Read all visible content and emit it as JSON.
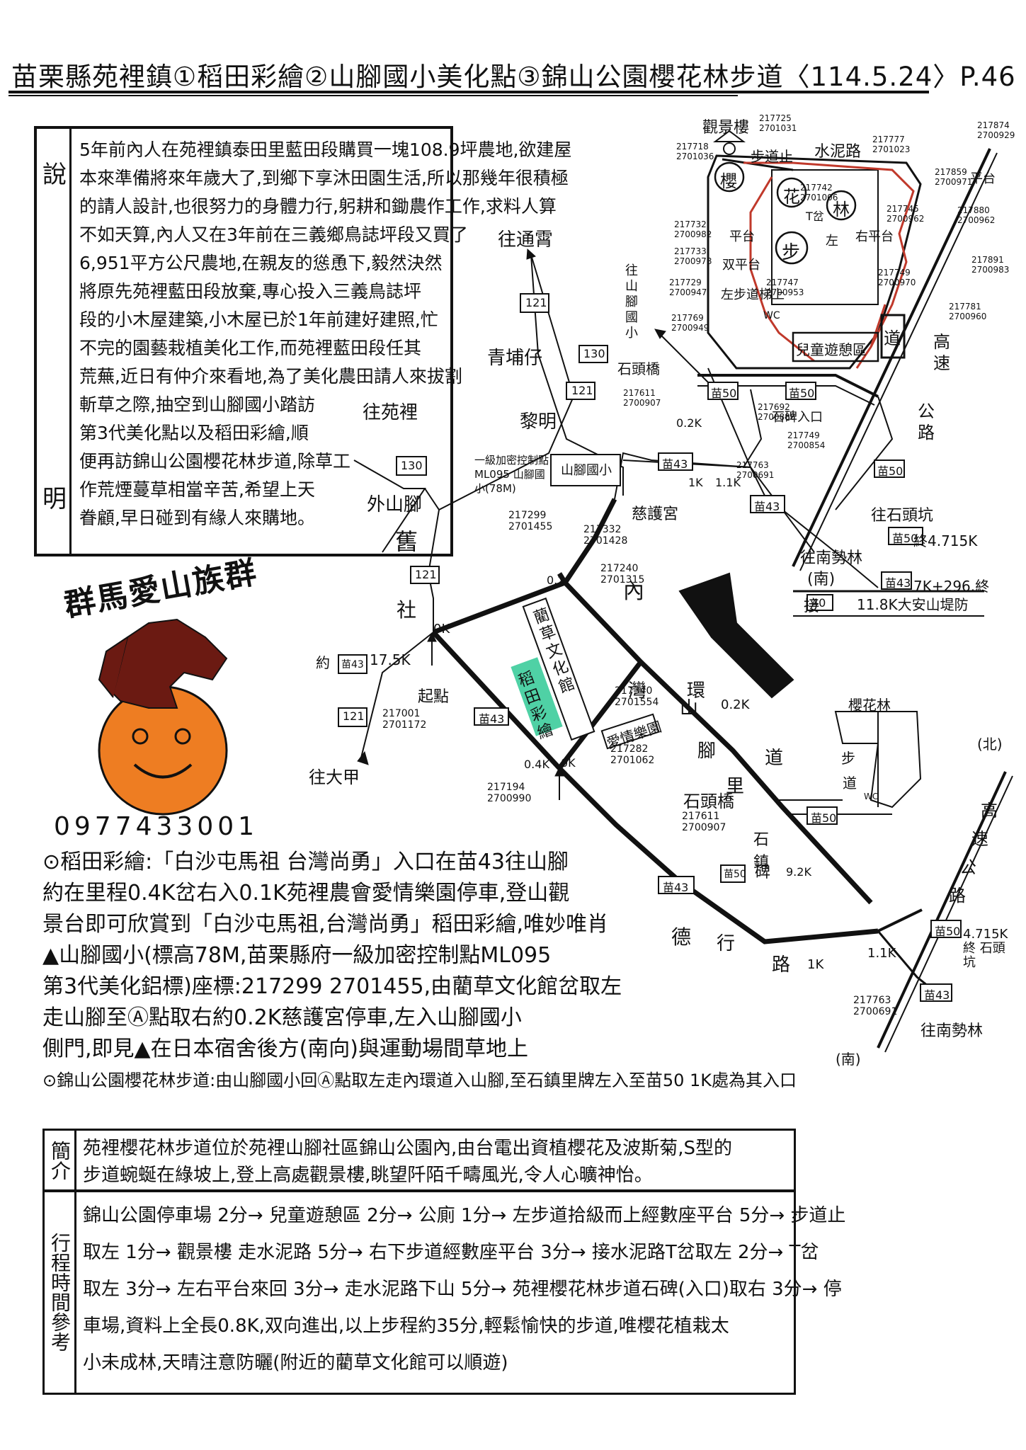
{
  "header": {
    "title": "苗栗縣苑裡鎮①稻田彩繪②山腳國小美化點③錦山公園櫻花林步道〈114.5.24〉P.46"
  },
  "description": {
    "label_top": "說",
    "label_bottom": "明",
    "lines": [
      "5年前內人在苑裡鎮泰田里藍田段購買一塊108.9坪農地,欲建屋",
      "本來準備將來年歲大了,到鄉下享沐田園生活,所以那幾年很積極",
      "的請人設計,也很努力的身體力行,躬耕和鋤農作工作,求料人算",
      "不如天算,內人又在3年前在三義鄉鳥誌坪段又買了",
      "6,951平方公尺農地,在親友的慫恿下,毅然決然",
      "將原先苑裡藍田段放棄,專心投入三義鳥誌坪",
      "段的小木屋建築,小木屋已於1年前建好建照,忙",
      "不完的園藝栽植美化工作,而苑裡藍田段任其",
      "荒蕪,近日有仲介來看地,為了美化農田請人來拔割",
      "斬草之際,抽空到山腳國小踏訪",
      "第3代美化點以及稻田彩繪,順",
      "便再訪錦山公園櫻花林步道,除草工",
      "作荒煙蔓草相當辛苦,希望上天",
      "眷顧,早日碰到有緣人來購地。"
    ]
  },
  "logo": {
    "club_name": "群馬愛山族群"
  },
  "phone": "0977433001",
  "map_main": {
    "places": {
      "tongxiao": "往通霄",
      "qingpuzai": "青埔仔",
      "liming": "黎明",
      "wang_yuanli": "往苑裡",
      "waishanjiao": "外山腳",
      "jiu": "舊",
      "she": "社",
      "wang_dajia": "往大甲",
      "nei": "內",
      "wan": "灣",
      "shan": "山",
      "jiao": "腳",
      "li": "里",
      "dao": "道",
      "huan": "環",
      "shitouqiao": "石頭橋",
      "shizhen": "石鎮",
      "bei": "碑",
      "de": "德",
      "xing": "行",
      "lu": "路",
      "ciyugong": "慈護宮",
      "shanjiao_guoxiao_v": "往山腳國小",
      "lancao": "藺草文化館",
      "aiqing": "愛情樂園",
      "paddy_art": "稻田彩繪",
      "yue_121": "約",
      "km_175": "17.5K",
      "qidian": "起點",
      "school_box": "山腳國小",
      "benchmark_note": "一級加密控制點ML095 山腳國小(78M)",
      "wang_nanshilin": "往南勢林",
      "wang_shitoukeng": "往石頭坑",
      "zhong_4715": "終4.715K",
      "nan": "(南)",
      "bei2": "(北)",
      "jie_240": "接",
      "jie_240_note": "11.8K大安山堤防",
      "miao43_end": "7K+296.終",
      "gaosu": "高",
      "su": "速",
      "gongjing": "公",
      "lu2": "路",
      "shitoukeng_4715": "4.715K 終 石頭坑"
    },
    "route_labels": {
      "r121": "121",
      "r130": "130",
      "m43": "苗43",
      "m50": "苗50",
      "m40": "40"
    },
    "km_marks": [
      "0K",
      "0.2",
      "0.4K",
      "0K",
      "0.2K",
      "1.1K",
      "1K",
      "9.2K",
      "1.1K",
      "1K",
      "0.2K"
    ],
    "coords": [
      "217299 2701455",
      "217332 2701428",
      "217240 2701315",
      "217340 2701554",
      "217282 2701062",
      "217194 2700990",
      "217001 2701172",
      "217611 2700907",
      "217763 2700691"
    ],
    "north_arrow_note": "(南)"
  },
  "map_inset_top": {
    "labels": {
      "guanjinglou": "觀景樓",
      "bulu": "步道止",
      "shuinilu": "水泥路",
      "ying": "櫻",
      "hua": "花",
      "lin": "林",
      "bu": "步",
      "dao": "道",
      "pingtai": "平台",
      "shuang_pingtai": "双平台",
      "zuo_budao": "左步道梯上",
      "ertong": "兒童遊憩區",
      "wc": "WC",
      "you_pingtai": "右平台",
      "zuo": "左",
      "t_cha": "T岔",
      "gaosu": "高速",
      "gongjing": "公路",
      "shitouqiao": "石頭橋",
      "shibei_rukou": "石碑入口",
      "shanjiao_guoxiao": "往山腳國小",
      "wang_shitoukeng": "往石頭坑",
      "zhong": "終4.715K",
      "pingtai2": "平台"
    },
    "coords": [
      "217718 2701036",
      "217725 2701031",
      "217777 2701023",
      "217874 2700929",
      "217859 2700971",
      "217742 2701006",
      "217880 2700962",
      "217732 2700982",
      "217745 2700962",
      "217733 2700978",
      "217891 2700983",
      "217729 2700947",
      "217749 2700970",
      "217747 2700953",
      "217781 2700960",
      "217769 2700949",
      "217611 2700907",
      "217692 2700888",
      "217749 2700854",
      "217763 2700691"
    ],
    "km": [
      "0.2K",
      "1K",
      "1.1K",
      "1K"
    ]
  },
  "map_inset_bottom": {
    "labels": {
      "yinghualin": "櫻花林",
      "bu": "步",
      "dao": "道",
      "wc": "WC",
      "bei": "(北)",
      "nan": "(南)",
      "gaosu": "高",
      "su": "速",
      "gong": "公",
      "lu": "路"
    }
  },
  "notes": {
    "line1": "⊙稻田彩繪:「白沙屯馬祖 台灣尚勇」入口在苗43往山腳",
    "line2": "約在里程0.4K岔右入0.1K苑裡農會愛情樂園停車,登山觀",
    "line3": "景台即可欣賞到「白沙屯馬祖,台灣尚勇」稻田彩繪,唯妙唯肖",
    "line4": "▲山腳國小(標高78M,苗栗縣府一級加密控制點ML095",
    "line5": "第3代美化鋁標)座標:217299 2701455,由藺草文化館岔取左",
    "line6": "走山腳至Ⓐ點取右約0.2K慈護宮停車,左入山腳國小",
    "line7": "側門,即見▲在日本宿舍後方(南向)與運動場間草地上",
    "line8": "⊙錦山公園櫻花林步道:由山腳國小回Ⓐ點取左走內環道入山腳,至石鎮里牌左入至苗50 1K處為其入口"
  },
  "brief": {
    "label": "簡介",
    "line1": "苑裡櫻花林步道位於苑裡山腳社區錦山公園內,由台電出資植櫻花及波斯菊,S型的",
    "line2": "步道蜿蜒在綠坡上,登上高處觀景樓,眺望阡陌千疇風光,令人心曠神怡。"
  },
  "itinerary": {
    "label": "行程時間參考",
    "line1": "錦山公園停車場 2分→ 兒童遊憩區 2分→ 公廁 1分→ 左步道拾級而上經數座平台 5分→ 步道止",
    "line2": "取左 1分→ 觀景樓 走水泥路 5分→ 右下步道經數座平台 3分→ 接水泥路T岔取左 2分→ T岔",
    "line3": "取左 3分→ 左右平台來回 3分→ 走水泥路下山 5分→ 苑裡櫻花林步道石碑(入口)取右 3分→ 停",
    "line4": "車場,資料上全長0.8K,双向進出,以上步程約35分,輕鬆愉快的步道,唯櫻花植栽太",
    "line5": "小未成林,天晴注意防曬(附近的藺草文化館可以順遊)"
  },
  "colors": {
    "ink": "#111111",
    "red_trail": "#c0392b",
    "teal_highlight": "#4fd1a5",
    "logo_orange": "#ee7d22",
    "logo_horse": "#6b1a12"
  }
}
